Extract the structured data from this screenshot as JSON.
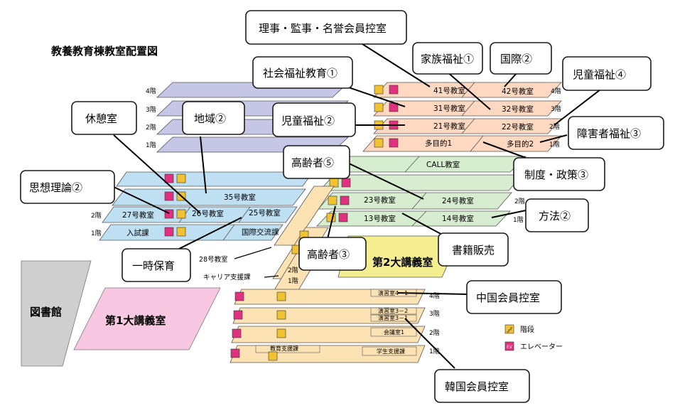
{
  "title": "教養教育棟教室配置図",
  "colors": {
    "purple": "#c6c6e6",
    "blue": "#bfe0f2",
    "orange": "#ffd8c2",
    "green": "#d6edd0",
    "tan": "#fde3b4",
    "gray": "#cfcfcf",
    "pink": "#f8c8e2",
    "yellow": "#f5ee90",
    "stair": "#f1c232",
    "elevator": "#e0317f"
  },
  "floors": {
    "f4": "4階",
    "f3": "3階",
    "f2": "2階",
    "f1": "1階"
  },
  "rooms": {
    "r41": "41号教室",
    "r42": "42号教室",
    "r31": "31号教室",
    "r32": "32号教室",
    "r21": "21号教室",
    "r22": "22号教室",
    "tamoku1": "多目的1",
    "tamoku2": "多目的2",
    "call": "CALL教室",
    "r23": "23号教室",
    "r24": "24号教室",
    "r13": "13号教室",
    "r14": "14号教室",
    "r35": "35号教室",
    "r26": "26号教室",
    "r27": "27号教室",
    "r25": "25号教室",
    "nyushi": "入試課",
    "kokusai": "国際交流課",
    "r28": "28号教室",
    "career": "キャリア支援課",
    "lecture2": "第2大講義室",
    "lecture1": "第1大講義室",
    "library": "図書館",
    "enshu41": "演習室4－1",
    "enshu31": "演習室3－2",
    "enshu32": "演習室3－1",
    "kaigi1": "会議室1",
    "kyoiku": "教育支援課",
    "gakusei": "学生支援課"
  },
  "callouts": {
    "rijikansho": "理事・監事・名誉会員控室",
    "kazoku1": "家族福祉①",
    "kokusai2": "国際②",
    "shakai1": "社会福祉教育①",
    "jido4": "児童福祉④",
    "kyukei": "休憩室",
    "chiiki2": "地域②",
    "jido2": "児童福祉②",
    "shogai3": "障害者福祉③",
    "koreisha5": "高齢者⑤",
    "seido3": "制度・政策③",
    "shiso2": "思想理論②",
    "hoho2": "方法②",
    "shoseki": "書籍販売",
    "koreisha3": "高齢者③",
    "ichiji": "一時保育",
    "chugoku": "中国会員控室",
    "kankoku": "韓国会員控室"
  },
  "legend": {
    "stairs": "階段",
    "elevator": "エレベーター",
    "ev_mark": "EV"
  }
}
